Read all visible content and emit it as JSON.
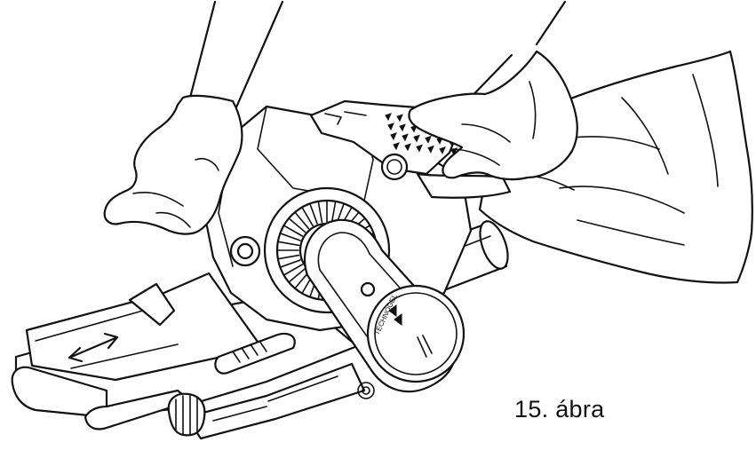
{
  "figure": {
    "caption": "15. ábra",
    "subject": "belt-sander-with-dust-bag-illustration",
    "line_color": "#111111",
    "background": "#ffffff",
    "brand_mark": "TECHNOGEL"
  }
}
